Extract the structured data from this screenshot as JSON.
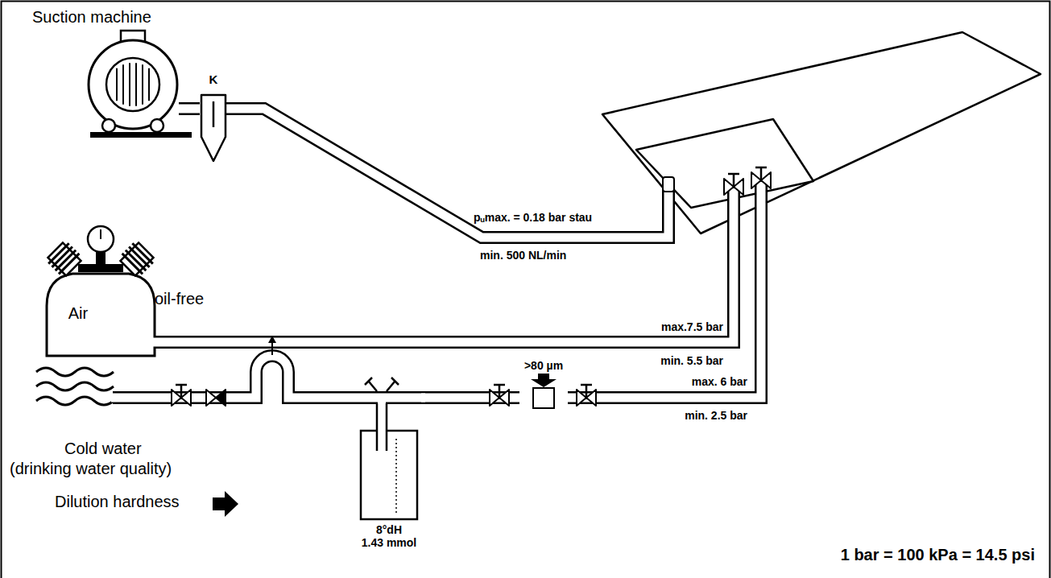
{
  "diagram": {
    "nodes": [
      {
        "text": [
          "Suction machine"
        ]
      },
      {
        "text": [
          "K"
        ]
      },
      {
        "text": [
          "Air"
        ]
      },
      {
        "text": [
          "8°dH",
          "1.43 mmol"
        ]
      },
      {
        "text": [
          ">80 µm"
        ]
      }
    ],
    "edges": [
      {
        "from": 0,
        "to": 1,
        "arrow": "none"
      },
      {
        "from": 3,
        "to": 4,
        "arrow": "none"
      }
    ],
    "labels": [
      "oil-free",
      "pᵤmax. = 0.18 bar stau",
      "min. 500 NL/min",
      "max.7.5 bar",
      "min. 5.5 bar",
      "Cold water",
      "(drinking water quality)",
      "Dilution hardness",
      "max. 6 bar",
      "min. 2.5 bar",
      "1 bar = 100 kPa = 14.5 psi"
    ]
  }
}
